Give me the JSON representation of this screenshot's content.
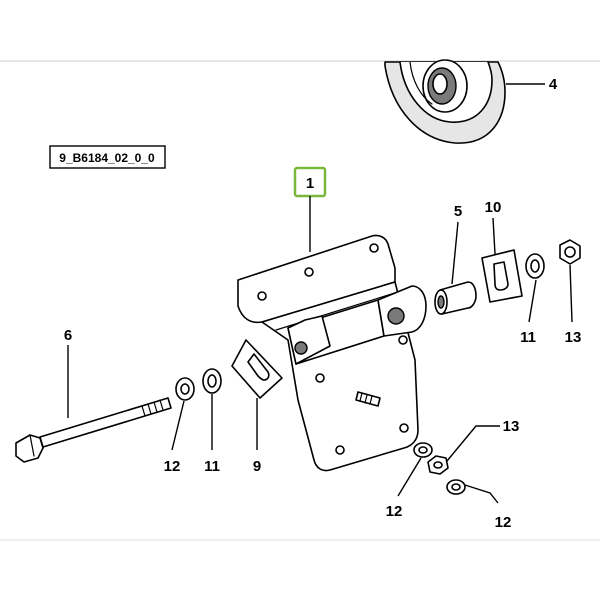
{
  "diagram": {
    "reference_code": "9_B6184_02_0_0",
    "highlight_color": "#7ab83c",
    "callouts": {
      "bracket": "1",
      "pulley": "4",
      "spacer": "5",
      "bolt": "6",
      "slotted_plate_left": "9",
      "slotted_plate_right": "10",
      "washer_11_left": "11",
      "washer_11_right": "11",
      "washer_12_left": "12",
      "washer_12_bottom": "12",
      "washer_12_right": "12",
      "nut_13_top": "13",
      "nut_13_bottom": "13"
    }
  }
}
